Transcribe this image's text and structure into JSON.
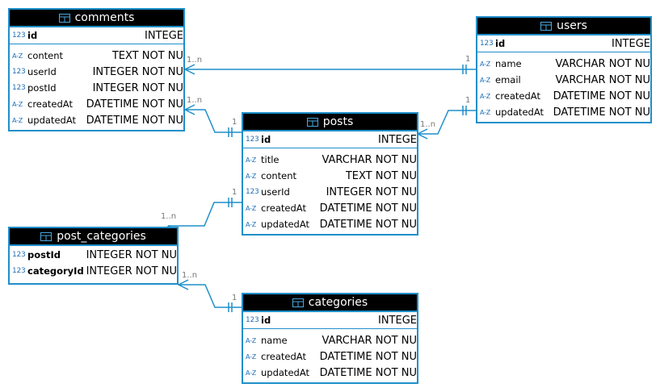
{
  "entities": {
    "comments": {
      "title": "comments",
      "pk": {
        "icon": "123",
        "name": "id",
        "type": "INTEGE"
      },
      "columns": [
        {
          "icon": "A-Z",
          "name": "content",
          "type": "TEXT NOT NU"
        },
        {
          "icon": "123",
          "name": "userId",
          "type": "INTEGER NOT NU"
        },
        {
          "icon": "123",
          "name": "postId",
          "type": "INTEGER NOT NU"
        },
        {
          "icon": "A-Z",
          "name": "createdAt",
          "type": "DATETIME NOT NU"
        },
        {
          "icon": "A-Z",
          "name": "updatedAt",
          "type": "DATETIME NOT NU"
        }
      ]
    },
    "users": {
      "title": "users",
      "pk": {
        "icon": "123",
        "name": "id",
        "type": "INTEGE"
      },
      "columns": [
        {
          "icon": "A-Z",
          "name": "name",
          "type": "VARCHAR NOT NU"
        },
        {
          "icon": "A-Z",
          "name": "email",
          "type": "VARCHAR NOT NU"
        },
        {
          "icon": "A-Z",
          "name": "createdAt",
          "type": "DATETIME NOT NU"
        },
        {
          "icon": "A-Z",
          "name": "updatedAt",
          "type": "DATETIME NOT NU"
        }
      ]
    },
    "posts": {
      "title": "posts",
      "pk": {
        "icon": "123",
        "name": "id",
        "type": "INTEGE"
      },
      "columns": [
        {
          "icon": "A-Z",
          "name": "title",
          "type": "VARCHAR NOT NU"
        },
        {
          "icon": "A-Z",
          "name": "content",
          "type": "TEXT NOT NU"
        },
        {
          "icon": "123",
          "name": "userId",
          "type": "INTEGER NOT NU"
        },
        {
          "icon": "A-Z",
          "name": "createdAt",
          "type": "DATETIME NOT NU"
        },
        {
          "icon": "A-Z",
          "name": "updatedAt",
          "type": "DATETIME NOT NU"
        }
      ]
    },
    "post_categories": {
      "title": "post_categories",
      "pk_columns": [
        {
          "icon": "123",
          "name": "postId",
          "type": "INTEGER NOT NU"
        },
        {
          "icon": "123",
          "name": "categoryId",
          "type": "INTEGER NOT NU"
        }
      ]
    },
    "categories": {
      "title": "categories",
      "pk": {
        "icon": "123",
        "name": "id",
        "type": "INTEGE"
      },
      "columns": [
        {
          "icon": "A-Z",
          "name": "name",
          "type": "VARCHAR NOT NU"
        },
        {
          "icon": "A-Z",
          "name": "createdAt",
          "type": "DATETIME NOT NU"
        },
        {
          "icon": "A-Z",
          "name": "updatedAt",
          "type": "DATETIME NOT NU"
        }
      ]
    }
  },
  "relationships": [
    {
      "from": "comments",
      "to": "users",
      "many_label": "1..n",
      "one_label": "1"
    },
    {
      "from": "comments",
      "to": "posts",
      "many_label": "1..n",
      "one_label": "1"
    },
    {
      "from": "posts",
      "to": "users",
      "many_label": "1..n",
      "one_label": "1"
    },
    {
      "from": "post_categories",
      "to": "posts",
      "many_label": "1..n",
      "one_label": "1"
    },
    {
      "from": "post_categories",
      "to": "categories",
      "many_label": "1..n",
      "one_label": "1"
    }
  ],
  "colors": {
    "border": "#1f8fca",
    "header_bg": "#000000",
    "line": "#1f8fca",
    "icon": "#1f6fb5"
  }
}
